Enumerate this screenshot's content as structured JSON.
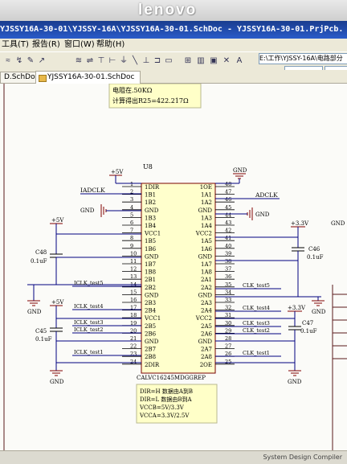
{
  "device": {
    "brand": "lenovo"
  },
  "window": {
    "title": "YJSSY16A-30-01\\YJSSY-16A\\YJSSY16A-30-01.SchDoc - YJSSY16A-30-01.PrjPcb. Licensed"
  },
  "menu": {
    "tools": "工具(T)",
    "reports": "报告(R)",
    "window": "窗口(W)",
    "help": "帮助(H)"
  },
  "toolbar": {
    "path": "E:\\工作\\YJSSY-16A\\电路部分"
  },
  "tabs": [
    {
      "label": "D.SchDoc"
    },
    {
      "label": "YJSSY16A-30-01.SchDoc"
    }
  ],
  "note_top": {
    "line1": "电阻在.50KΩ",
    "line2": "计算得出R25=422.217Ω"
  },
  "chip": {
    "ref": "U8",
    "part": "CALVC16245MDGGREP",
    "left_pins": [
      {
        "num": "1",
        "name": "1DIR"
      },
      {
        "num": "2",
        "name": "1B1"
      },
      {
        "num": "3",
        "name": "1B2"
      },
      {
        "num": "4",
        "name": "GND"
      },
      {
        "num": "5",
        "name": "1B3"
      },
      {
        "num": "6",
        "name": "1B4"
      },
      {
        "num": "7",
        "name": "VCC1"
      },
      {
        "num": "8",
        "name": "1B5"
      },
      {
        "num": "9",
        "name": "1B6"
      },
      {
        "num": "10",
        "name": "GND"
      },
      {
        "num": "11",
        "name": "1B7"
      },
      {
        "num": "12",
        "name": "1B8"
      },
      {
        "num": "13",
        "name": "2B1"
      },
      {
        "num": "14",
        "name": "2B2"
      },
      {
        "num": "15",
        "name": "GND"
      },
      {
        "num": "16",
        "name": "2B3"
      },
      {
        "num": "17",
        "name": "2B4"
      },
      {
        "num": "18",
        "name": "VCC1"
      },
      {
        "num": "19",
        "name": "2B5"
      },
      {
        "num": "20",
        "name": "2B6"
      },
      {
        "num": "21",
        "name": "GND"
      },
      {
        "num": "22",
        "name": "2B7"
      },
      {
        "num": "23",
        "name": "2B8"
      },
      {
        "num": "24",
        "name": "2DIR"
      }
    ],
    "right_pins": [
      {
        "num": "48",
        "name": "1OE"
      },
      {
        "num": "47",
        "name": "1A1"
      },
      {
        "num": "46",
        "name": "1A2"
      },
      {
        "num": "45",
        "name": "GND"
      },
      {
        "num": "44",
        "name": "1A3"
      },
      {
        "num": "43",
        "name": "1A4"
      },
      {
        "num": "42",
        "name": "VCC2"
      },
      {
        "num": "41",
        "name": "1A5"
      },
      {
        "num": "40",
        "name": "1A6"
      },
      {
        "num": "39",
        "name": "GND"
      },
      {
        "num": "38",
        "name": "1A7"
      },
      {
        "num": "37",
        "name": "1A8"
      },
      {
        "num": "36",
        "name": "2A1"
      },
      {
        "num": "35",
        "name": "2A2"
      },
      {
        "num": "34",
        "name": "GND"
      },
      {
        "num": "33",
        "name": "2A3"
      },
      {
        "num": "32",
        "name": "2A4"
      },
      {
        "num": "31",
        "name": "VCC2"
      },
      {
        "num": "30",
        "name": "2A5"
      },
      {
        "num": "29",
        "name": "2A6"
      },
      {
        "num": "28",
        "name": "GND"
      },
      {
        "num": "27",
        "name": "2A7"
      },
      {
        "num": "26",
        "name": "2A8"
      },
      {
        "num": "25",
        "name": "2OE"
      }
    ]
  },
  "nets": {
    "gnd": "GND",
    "p5v": "+5V",
    "p33v": "+3.3V",
    "adclk": "ADCLK",
    "iadclk": "IADCLK",
    "iclk5": "ICLK_test5",
    "iclk4": "ICLK_test4",
    "iclk3": "ICLK_test3",
    "iclk2": "ICLK_test2",
    "iclk1": "ICLK_test1",
    "clk5": "CLK_test5",
    "clk4": "CLK_test4",
    "clk3": "CLK_test3",
    "clk2": "CLK_test2",
    "clk1": "CLK_test1"
  },
  "caps": {
    "c48": "C48",
    "c45": "C45",
    "c46": "C46",
    "c47": "C47",
    "val": "0.1uF"
  },
  "note_bottom": {
    "l1": "DIR=H  数据由A到B",
    "l2": "DIR=L  数据由B到A",
    "l3": "VCCB=5V/3.3V",
    "l4": "VCCA=3.3V/2.5V"
  },
  "status": {
    "text": "System   Design Compiler"
  }
}
